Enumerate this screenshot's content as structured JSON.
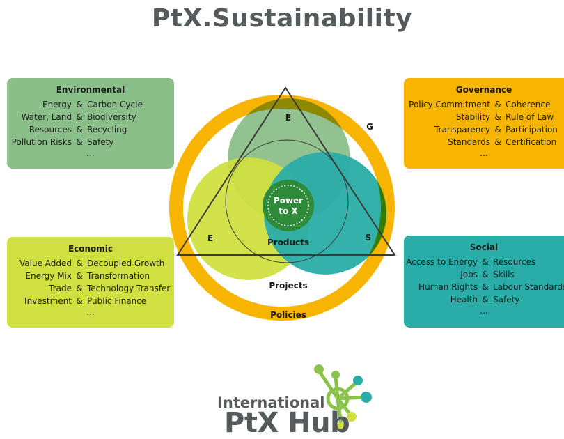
{
  "title": "PtX.Sustainability",
  "environmental": {
    "heading": "Environmental",
    "rows": [
      {
        "left": "Energy",
        "right": "Carbon Cycle"
      },
      {
        "left": "Water, Land",
        "right": "Biodiversity"
      },
      {
        "left": "Resources",
        "right": "Recycling"
      },
      {
        "left": "Pollution Risks",
        "right": "Safety"
      }
    ],
    "more": "..."
  },
  "economic": {
    "heading": "Economic",
    "rows": [
      {
        "left": "Value Added",
        "right": "Decoupled Growth"
      },
      {
        "left": "Energy Mix",
        "right": "Transformation"
      },
      {
        "left": "Trade",
        "right": "Technology Transfer"
      },
      {
        "left": "Investment",
        "right": "Public Finance"
      }
    ],
    "more": "..."
  },
  "governance": {
    "heading": "Governance",
    "rows": [
      {
        "left": "Policy Commitment",
        "right": "Coherence"
      },
      {
        "left": "Stability",
        "right": "Rule of Law"
      },
      {
        "left": "Transparency",
        "right": "Participation"
      },
      {
        "left": "Standards",
        "right": "Certification"
      }
    ],
    "more": "..."
  },
  "social": {
    "heading": "Social",
    "rows": [
      {
        "left": "Access to Energy",
        "right": "Resources"
      },
      {
        "left": "Jobs",
        "right": "Skills"
      },
      {
        "left": "Human Rights",
        "right": "Labour Standards"
      },
      {
        "left": "Health",
        "right": "Safety"
      }
    ],
    "more": "..."
  },
  "amp": "&",
  "diagram": {
    "letter_top": "E",
    "letter_left": "E",
    "letter_right": "S",
    "letter_g": "G",
    "center_line1": "Power",
    "center_line2": "to X",
    "products": "Products",
    "projects": "Projects",
    "policies": "Policies"
  },
  "colors": {
    "environmental": "#8bbf8a",
    "economic": "#cfe040",
    "governance": "#f7b400",
    "social": "#2aada8",
    "center": "#2e8b3a",
    "title": "#555a5c"
  },
  "logo": {
    "line1": "International",
    "line2": "PtX Hub"
  }
}
